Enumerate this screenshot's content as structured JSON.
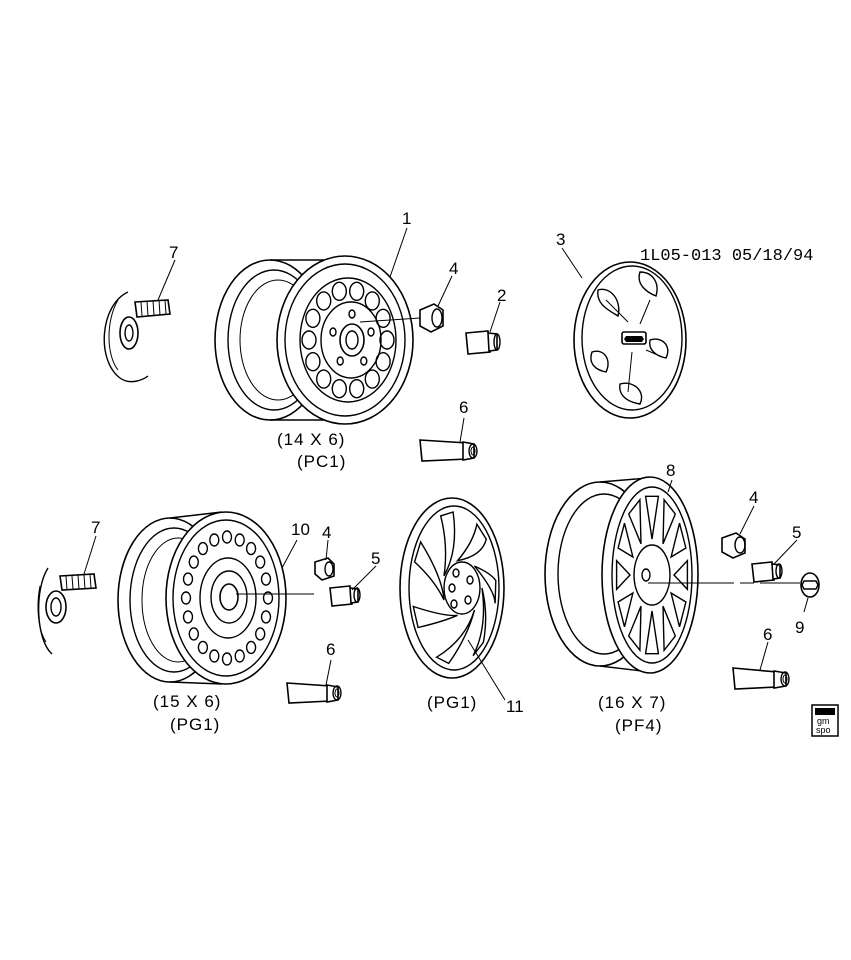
{
  "document_id": "1L05-013 05/18/94",
  "wheels": {
    "pc1": {
      "size": "(14 X 6)",
      "code": "(PC1)"
    },
    "pg1": {
      "size": "(15 X 6)",
      "code": "(PG1)"
    },
    "pg1_cover": {
      "code": "(PG1)"
    },
    "pf4": {
      "size": "(16 X 7)",
      "code": "(PF4)"
    }
  },
  "callouts": {
    "c1": "1",
    "c2": "2",
    "c3": "3",
    "c4a": "4",
    "c4b": "4",
    "c4c": "4",
    "c5a": "5",
    "c5b": "5",
    "c6a": "6",
    "c6b": "6",
    "c6c": "6",
    "c7a": "7",
    "c7b": "7",
    "c8": "8",
    "c9": "9",
    "c10": "10",
    "c11": "11"
  },
  "logo": {
    "line1": "gm",
    "line2": "spo"
  }
}
